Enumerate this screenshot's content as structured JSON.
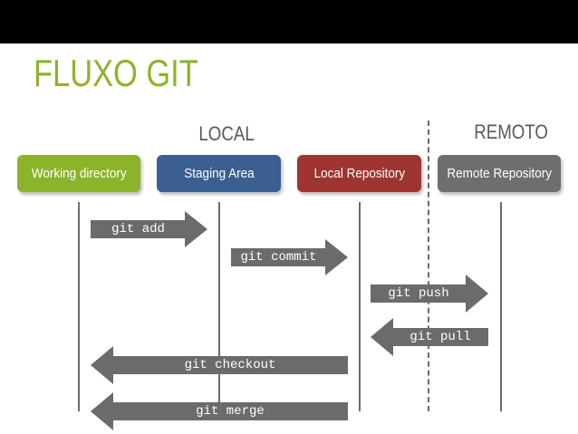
{
  "title": "FLUXO GIT",
  "sections": {
    "local": "LOCAL",
    "remote": "REMOTO"
  },
  "areas": [
    {
      "label": "Working directory",
      "color": "#8cb42a"
    },
    {
      "label": "Staging Area",
      "color": "#3c5f92"
    },
    {
      "label": "Local Repository",
      "color": "#9e3533"
    },
    {
      "label": "Remote Repository",
      "color": "#6e6e6e"
    }
  ],
  "commands": [
    {
      "label": "git add",
      "from": "Working directory",
      "to": "Staging Area",
      "direction": "right"
    },
    {
      "label": "git commit",
      "from": "Staging Area",
      "to": "Local Repository",
      "direction": "right"
    },
    {
      "label": "git push",
      "from": "Local Repository",
      "to": "Remote Repository",
      "direction": "right"
    },
    {
      "label": "git pull",
      "from": "Remote Repository",
      "to": "Local Repository",
      "direction": "left"
    },
    {
      "label": "git checkout",
      "from": "Local Repository",
      "to": "Working directory",
      "direction": "left"
    },
    {
      "label": "git merge",
      "from": "Local Repository",
      "to": "Working directory",
      "direction": "left"
    }
  ],
  "colors": {
    "title": "#8cb42a",
    "arrow": "#6b6b6b",
    "topbar": "#000000"
  }
}
